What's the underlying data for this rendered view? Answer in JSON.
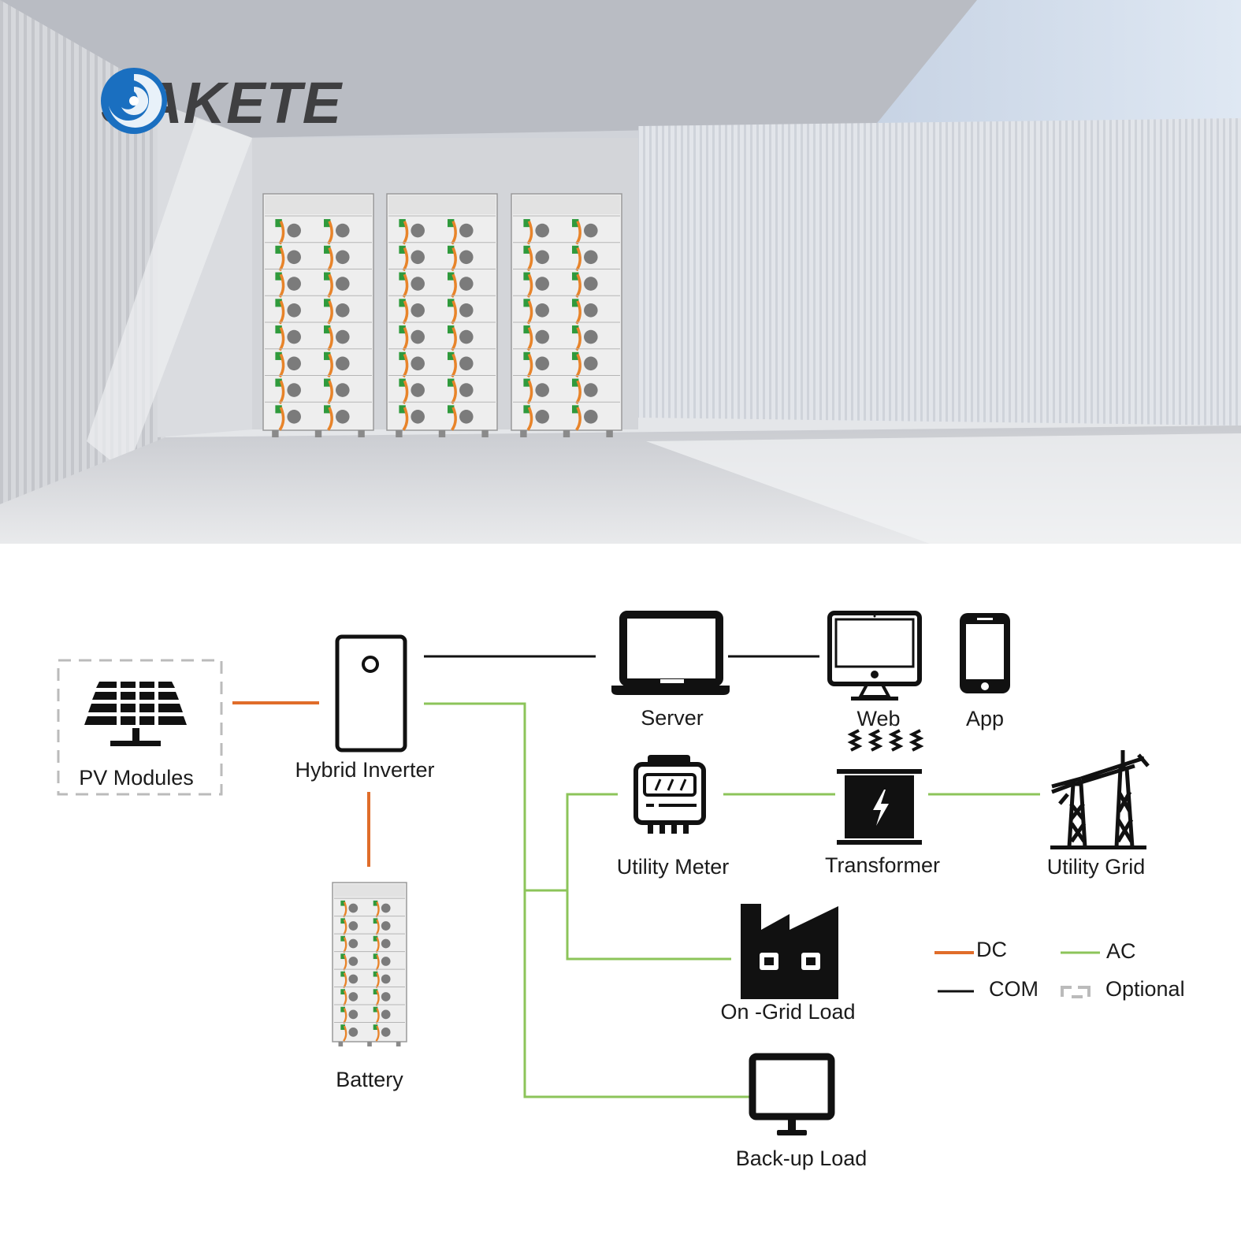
{
  "brand": {
    "name": "SAKETE",
    "color": "#1a6fc0"
  },
  "colors": {
    "dc": "#e06d2a",
    "ac": "#8cc45a",
    "com": "#111111",
    "optional": "#bbbbbb",
    "icon": "#111111"
  },
  "nodes": {
    "pv": {
      "label": "PV Modules",
      "icon": "solar-panel-icon"
    },
    "inverter": {
      "label": "Hybrid Inverter",
      "icon": "inverter-icon"
    },
    "battery": {
      "label": "Battery",
      "icon": "battery-rack-icon"
    },
    "server": {
      "label": "Server",
      "icon": "laptop-icon"
    },
    "web": {
      "label": "Web",
      "icon": "monitor-icon"
    },
    "app": {
      "label": "App",
      "icon": "phone-icon"
    },
    "meter": {
      "label": "Utility Meter",
      "icon": "meter-icon"
    },
    "transformer": {
      "label": "Transformer",
      "icon": "transformer-icon"
    },
    "grid": {
      "label": "Utility Grid",
      "icon": "pylon-icon"
    },
    "ongrid": {
      "label": "On -Grid Load",
      "icon": "factory-icon"
    },
    "backup": {
      "label": "Back-up Load",
      "icon": "display-icon"
    }
  },
  "legend": {
    "dc": "DC",
    "ac": "AC",
    "com": "COM",
    "optional": "Optional"
  }
}
